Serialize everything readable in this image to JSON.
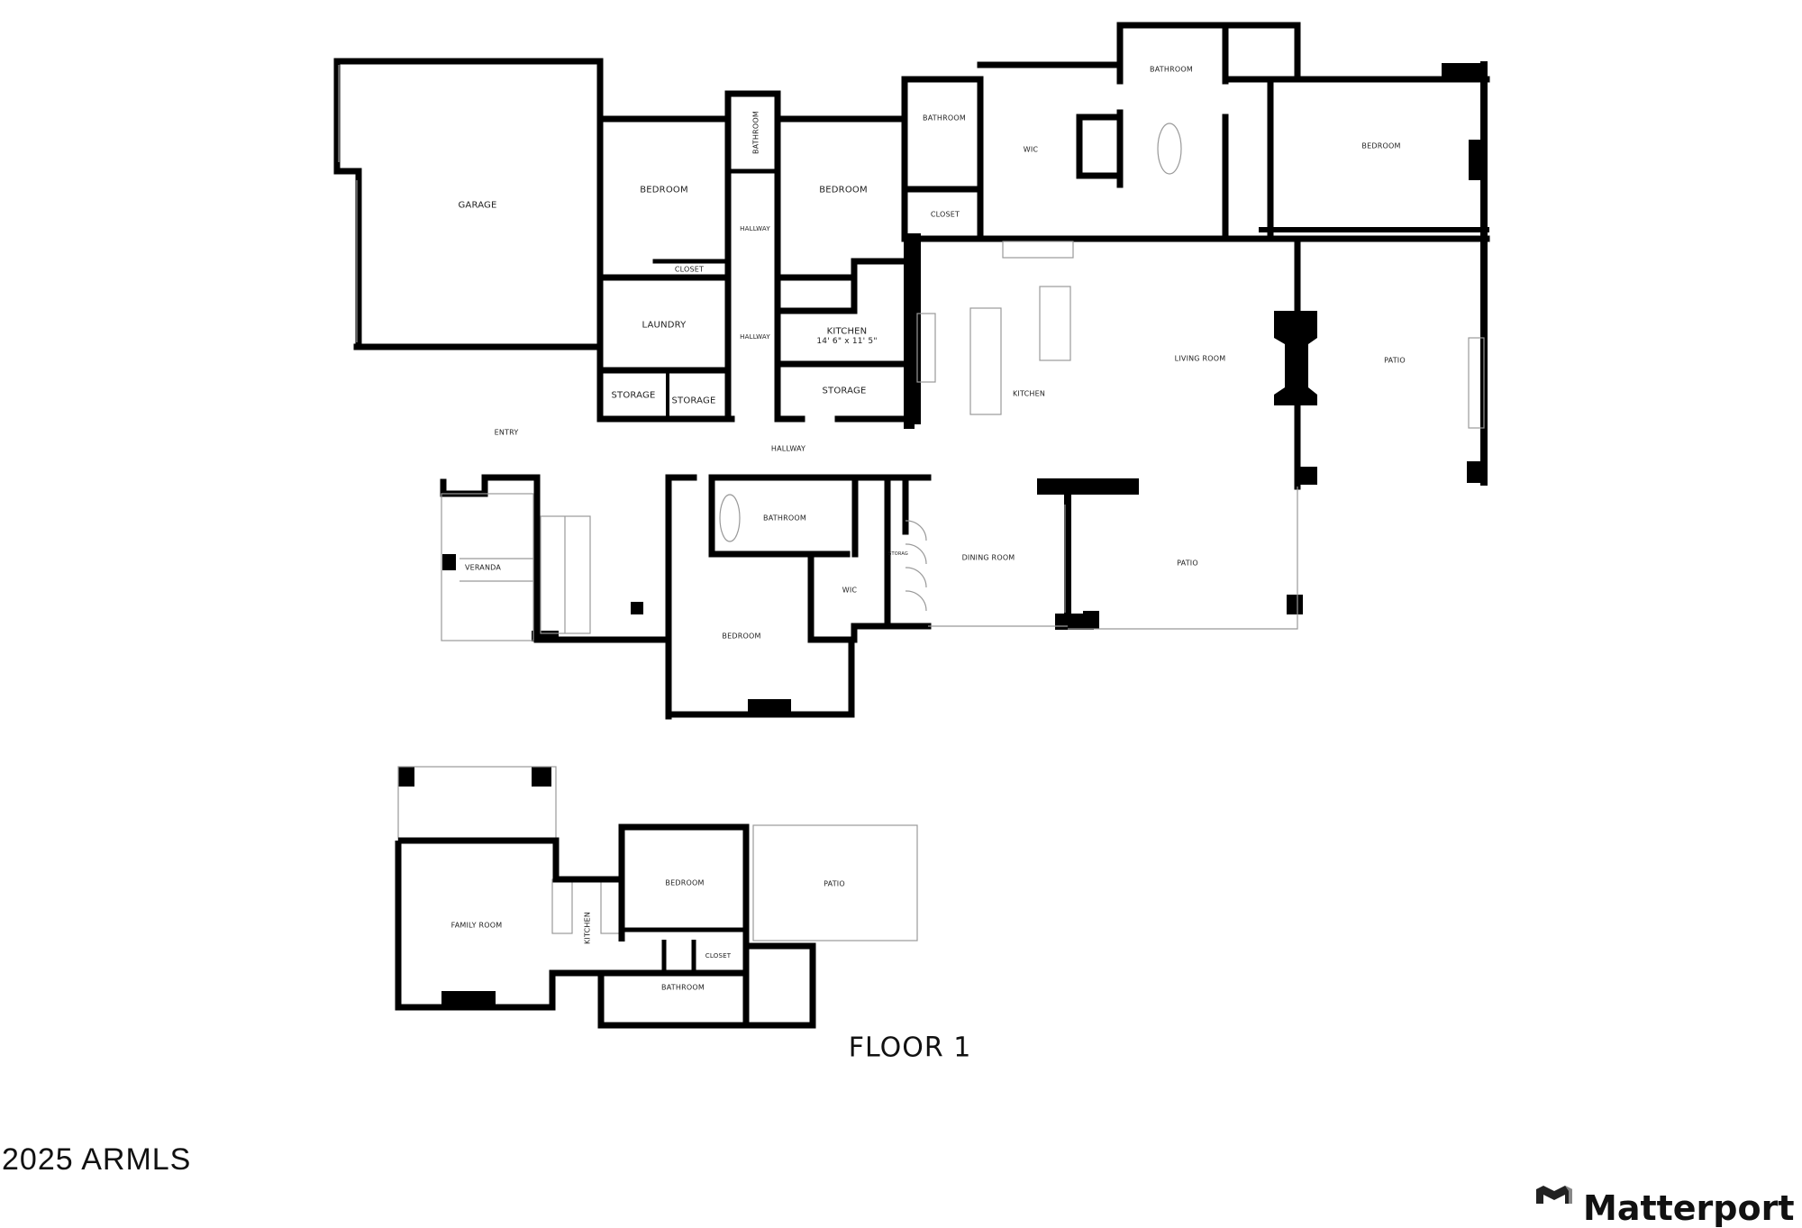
{
  "floor": {
    "title": "FLOOR 1"
  },
  "rooms": {
    "garage": "GARAGE",
    "bedroom_1": "BEDROOM",
    "closet_1": "CLOSET",
    "bathroom_1": "BATHROOM",
    "hallway_1": "HALLWAY",
    "hallway_2": "HALLWAY",
    "hallway_main": "HALLWAY",
    "bedroom_2": "BEDROOM",
    "laundry": "LAUNDRY",
    "kitchen_small": "KITCHEN",
    "kitchen_small_dims": "14' 6\" x 11' 5\"",
    "storage_1": "STORAGE",
    "storage_2": "STORAGE",
    "storage_3": "STORAGE",
    "bathroom_2": "BATHROOM",
    "closet_2": "CLOSET",
    "wic_master": "WIC",
    "bathroom_master": "BATHROOM",
    "bedroom_master": "BEDROOM",
    "kitchen_main": "KITCHEN",
    "living_room": "LIVING ROOM",
    "patio_east": "PATIO",
    "entry": "ENTRY",
    "veranda": "VERANDA",
    "bathroom_3": "BATHROOM",
    "wic_2": "WIC",
    "storage_tiny": "STORAG",
    "bedroom_3": "BEDROOM",
    "dining_room": "DINING ROOM",
    "patio_south": "PATIO"
  },
  "guesthouse": {
    "family_room": "FAMILY ROOM",
    "kitchen": "KITCHEN",
    "bedroom": "BEDROOM",
    "closet": "CLOSET",
    "bathroom": "BATHROOM",
    "patio": "PATIO"
  },
  "footer": {
    "copyright": "2025 ARMLS",
    "brand": "Matterport"
  },
  "colors": {
    "wall": "#000000",
    "fixture_line": "#9a9a9a",
    "background": "#ffffff"
  }
}
